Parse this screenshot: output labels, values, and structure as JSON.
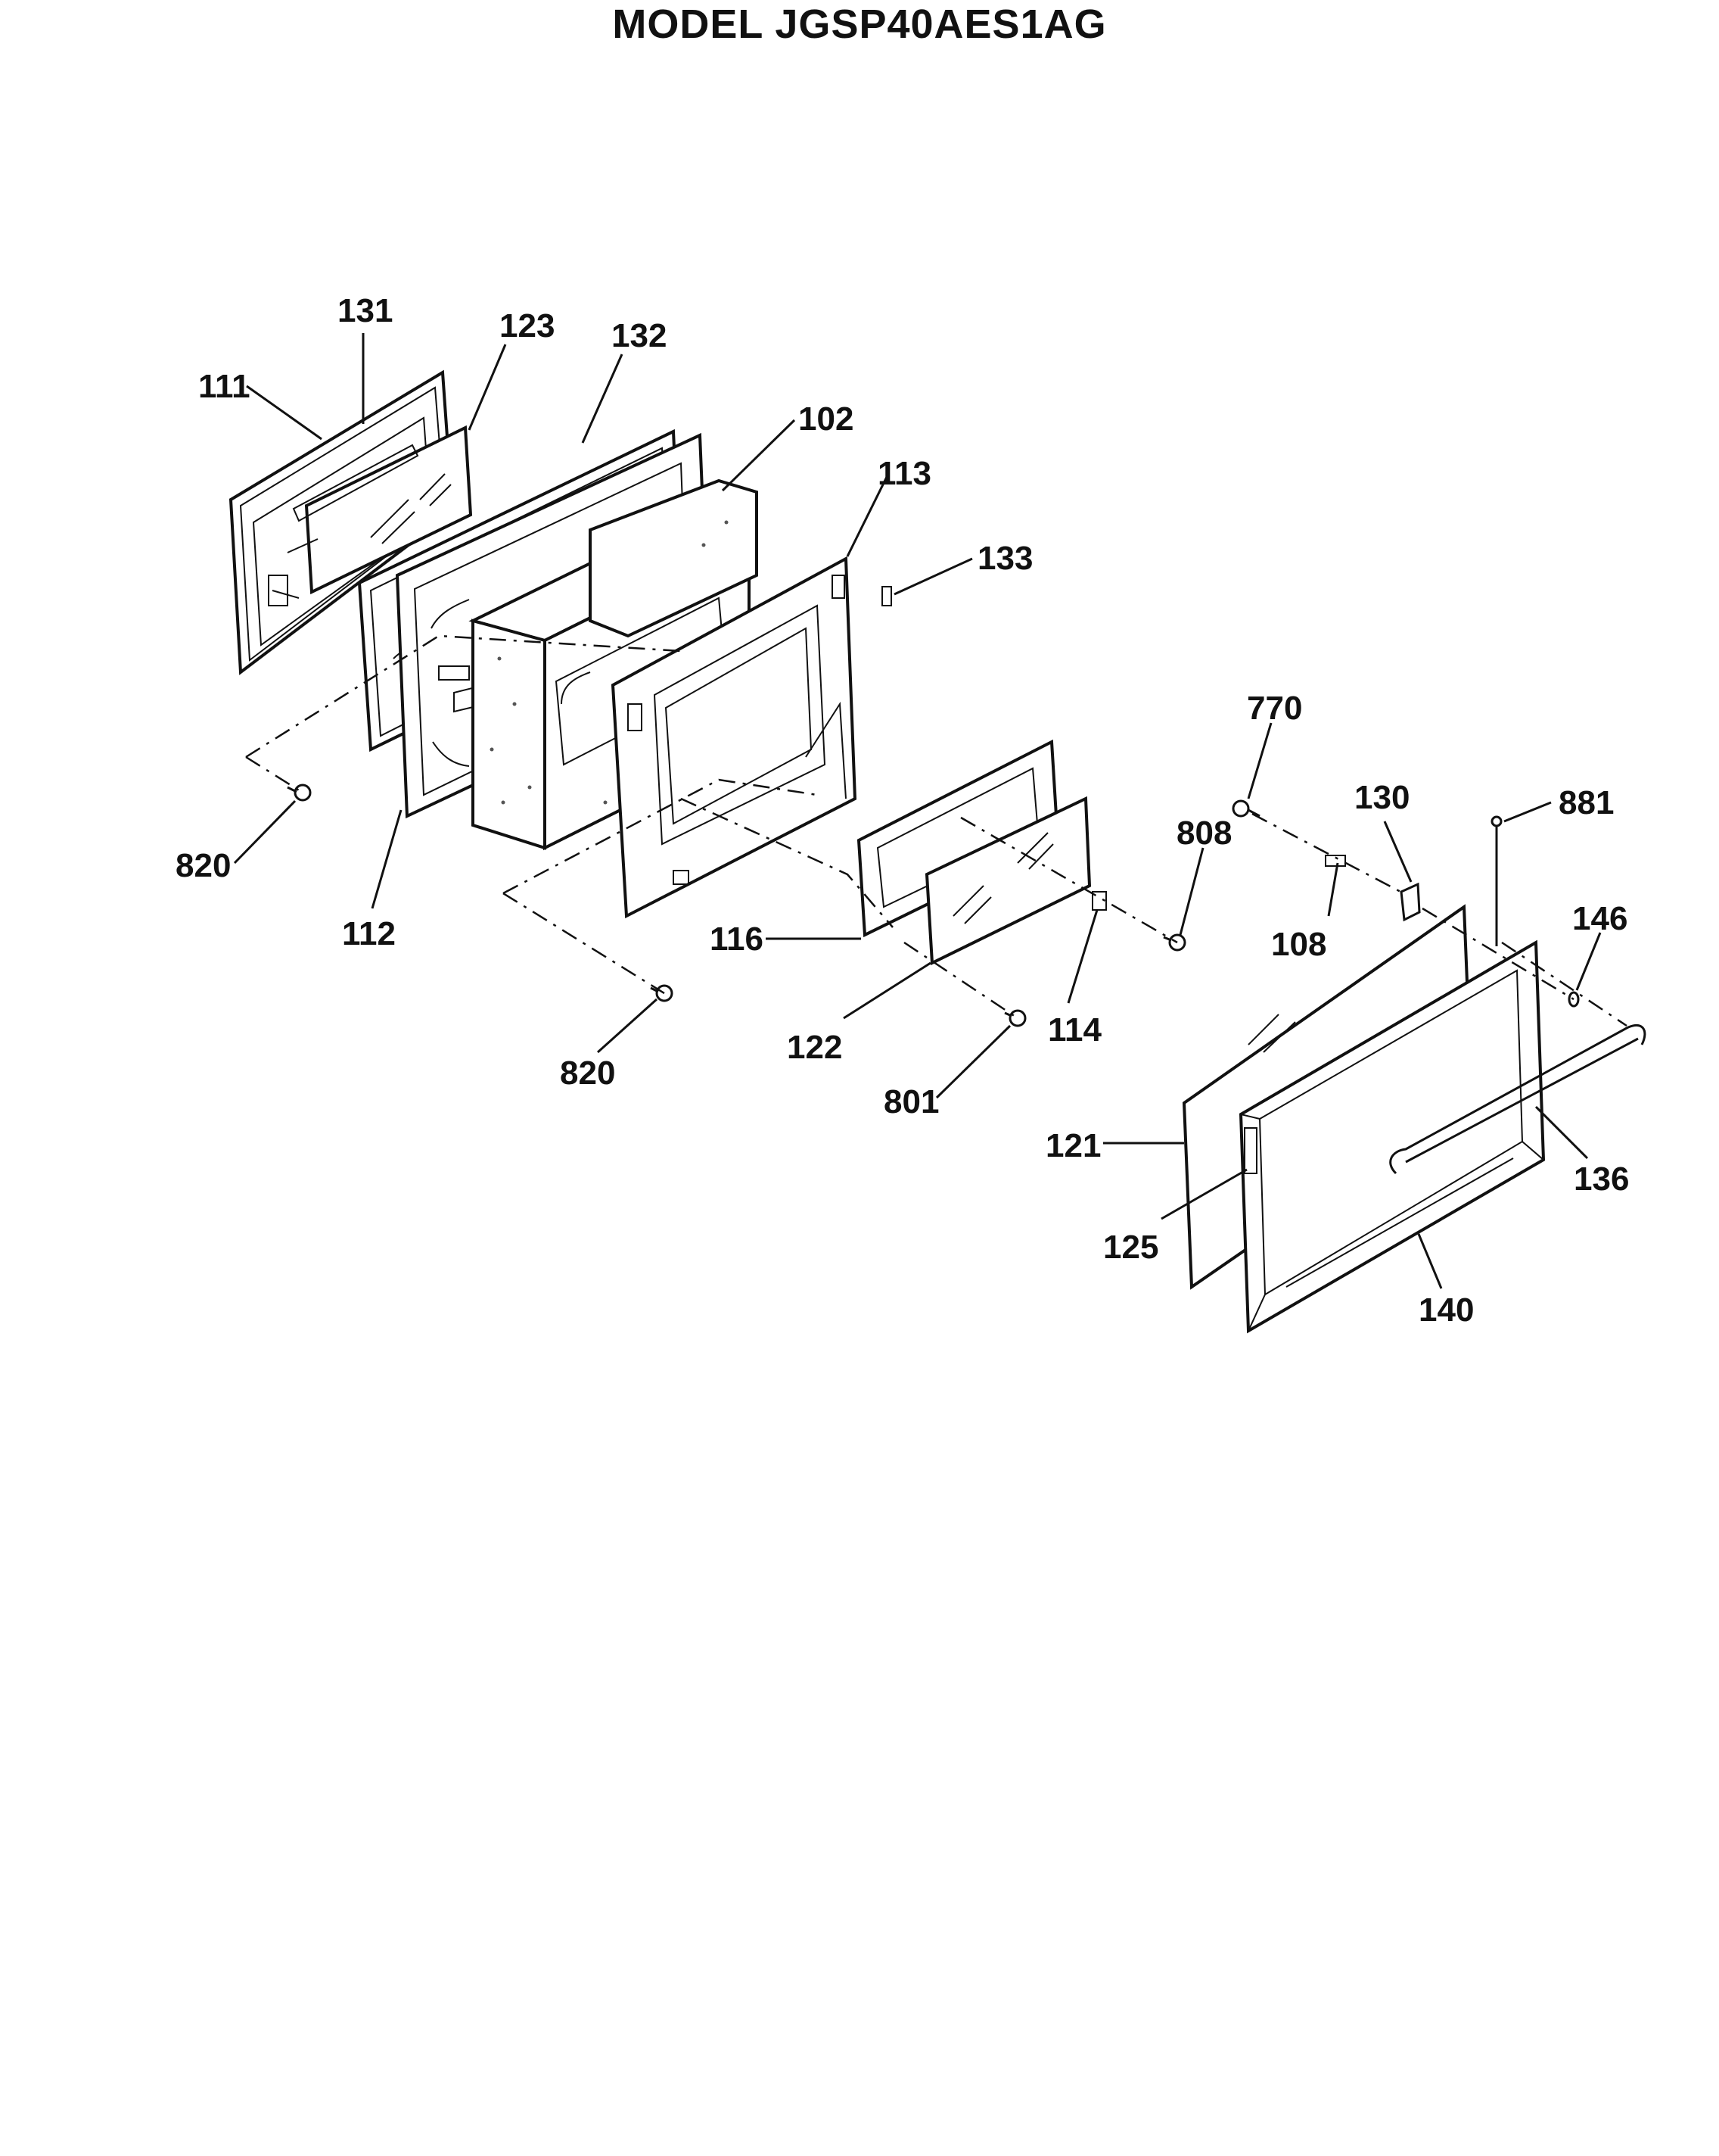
{
  "title": "MODEL JGSP40AES1AG",
  "callouts": [
    {
      "id": "c111",
      "text": "111"
    },
    {
      "id": "c131",
      "text": "131"
    },
    {
      "id": "c123",
      "text": "123"
    },
    {
      "id": "c132",
      "text": "132"
    },
    {
      "id": "c102",
      "text": "102"
    },
    {
      "id": "c113",
      "text": "113"
    },
    {
      "id": "c133",
      "text": "133"
    },
    {
      "id": "c770",
      "text": "770"
    },
    {
      "id": "c130",
      "text": "130"
    },
    {
      "id": "c881",
      "text": "881"
    },
    {
      "id": "c808",
      "text": "808"
    },
    {
      "id": "c146",
      "text": "146"
    },
    {
      "id": "c108",
      "text": "108"
    },
    {
      "id": "c820a",
      "text": "820"
    },
    {
      "id": "c112",
      "text": "112"
    },
    {
      "id": "c116",
      "text": "116"
    },
    {
      "id": "c114",
      "text": "114"
    },
    {
      "id": "c122",
      "text": "122"
    },
    {
      "id": "c820b",
      "text": "820"
    },
    {
      "id": "c801",
      "text": "801"
    },
    {
      "id": "c121",
      "text": "121"
    },
    {
      "id": "c136",
      "text": "136"
    },
    {
      "id": "c125",
      "text": "125"
    },
    {
      "id": "c140",
      "text": "140"
    }
  ]
}
